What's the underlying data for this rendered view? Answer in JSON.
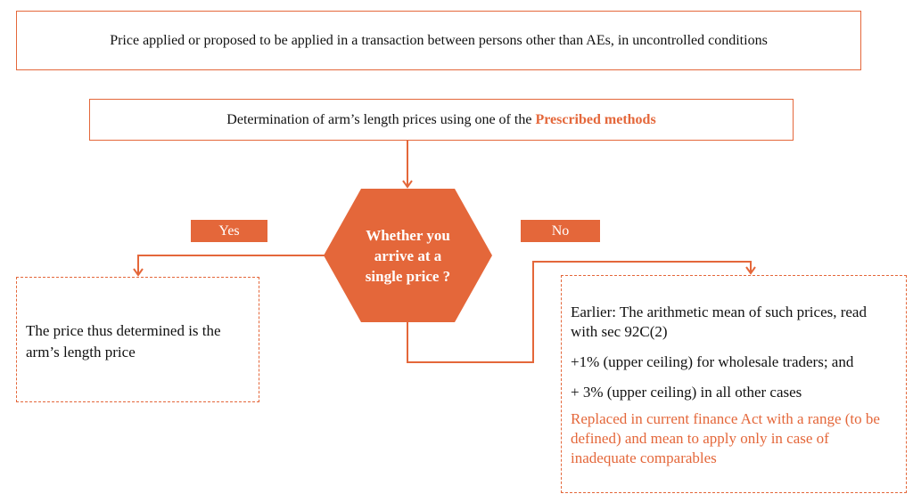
{
  "top_box": {
    "text": "Price applied or proposed to be applied in a transaction between persons other than AEs, in uncontrolled conditions"
  },
  "method_box": {
    "text": "Determination of arm’s length prices using one of the ",
    "highlight": "Prescribed methods"
  },
  "decision": {
    "line1": "Whether you",
    "line2": "arrive at a",
    "line3": "single price ?"
  },
  "yes_label": "Yes",
  "no_label": "No",
  "yes_box": {
    "text": "The price thus determined is the arm’s length price"
  },
  "no_box": {
    "line1": "Earlier: The arithmetic mean of such prices, read with  sec 92C(2)",
    "line2": "+1% (upper ceiling) for wholesale traders; and",
    "line3": "+ 3% (upper ceiling) in all other cases",
    "note": "Replaced in current finance Act with a range (to be defined) and mean to apply only in case of inadequate comparables"
  },
  "colors": {
    "accent": "#E4673A"
  }
}
